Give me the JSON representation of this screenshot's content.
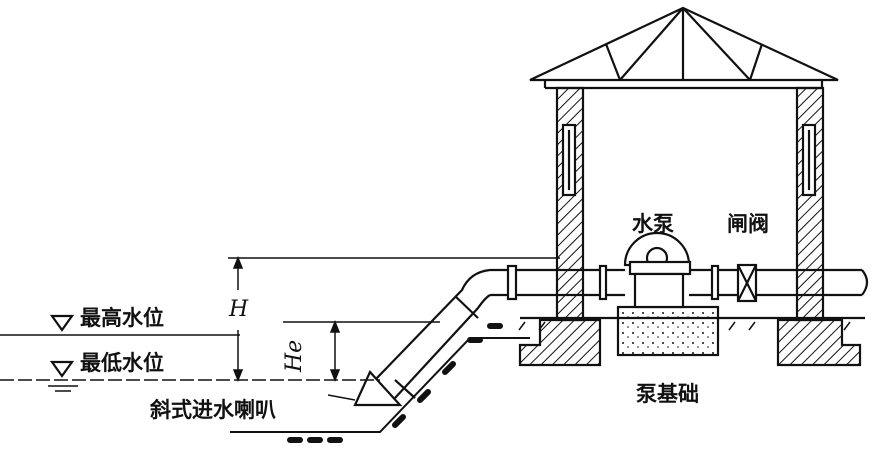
{
  "labels": {
    "pump": "水泵",
    "gate_valve": "闸阀",
    "highest_water_level": "最高水位",
    "lowest_water_level": "最低水位",
    "total_head": "H",
    "suction_head": "He",
    "inclined_inlet_bell": "斜式进水喇叭",
    "pump_foundation": "泵基础"
  },
  "colors": {
    "ink": "#111111",
    "background": "#ffffff"
  }
}
